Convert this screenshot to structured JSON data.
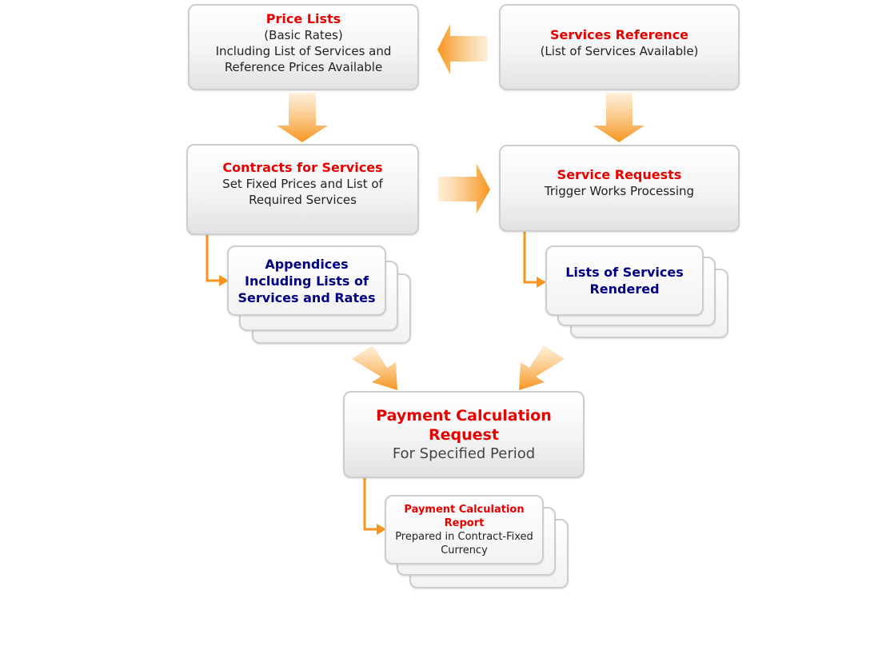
{
  "boxes": {
    "price_lists": {
      "title": "Price Lists",
      "lines": [
        "(Basic Rates)",
        "Including List of Services and",
        "Reference Prices Available"
      ]
    },
    "services_reference": {
      "title": "Services Reference",
      "lines": [
        "(List of Services Available)"
      ]
    },
    "contracts": {
      "title": "Contracts for Services",
      "lines": [
        "Set Fixed Prices and List of",
        "Required Services"
      ]
    },
    "service_requests": {
      "title": "Service Requests",
      "lines": [
        "Trigger Works Processing"
      ]
    },
    "appendices": {
      "lines": [
        "Appendices",
        "Including Lists of",
        "Services and Rates"
      ]
    },
    "lists_rendered": {
      "lines": [
        "Lists of Services",
        "Rendered"
      ]
    },
    "payment_request": {
      "title_lines": [
        "Payment Calculation",
        "Request"
      ],
      "subtitle": "For Specified Period"
    },
    "payment_report": {
      "title_lines": [
        "Payment Calculation",
        "Report"
      ],
      "lines": [
        "Prepared in Contract-Fixed",
        "Currency"
      ]
    }
  },
  "colors": {
    "arrow_orange": "#f7941d",
    "arrow_light": "#fde3b8",
    "title_red": "#e60000",
    "title_navy": "#000080",
    "box_border": "#cdcdcd"
  }
}
